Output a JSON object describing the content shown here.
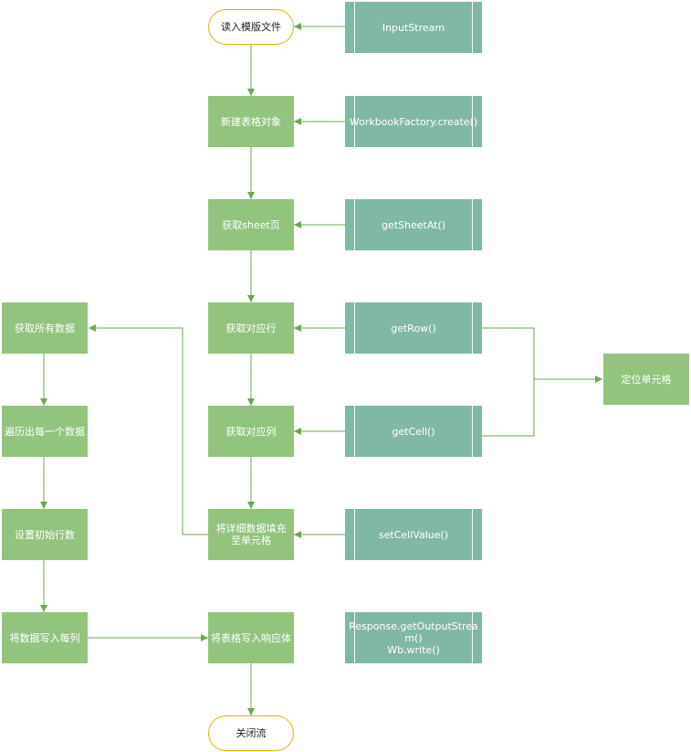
{
  "nodes": {
    "start": "读入模版文件",
    "new_table": "新建表格对象",
    "get_sheet": "获取sheet页",
    "get_row": "获取对应行",
    "get_col": "获取对应列",
    "fill": "将详细数据填充至单元格",
    "write_resp": "将表格写入响应体",
    "close": "关闭流",
    "get_all": "获取所有数据",
    "iterate": "遍历出每一个数据",
    "set_row": "设置初始行数",
    "write_cols": "将数据写入每列",
    "locate_cell": "定位单元格",
    "m_inputstream": "InputStream",
    "m_create": "WorkbookFactory.create()",
    "m_getsheet": "getSheetAt()",
    "m_getrow": "getRow()",
    "m_getcell": "getCell()",
    "m_setcell": "setCellValue()",
    "m_response_1": "Response.getOutputStrea",
    "m_response_2": "m()",
    "m_response_3": "Wb.write()"
  },
  "colors": {
    "green": "#93c47d",
    "teal": "#7fb8a6",
    "terminal_border": "#e0b300",
    "arrow": "#6aa84f"
  }
}
